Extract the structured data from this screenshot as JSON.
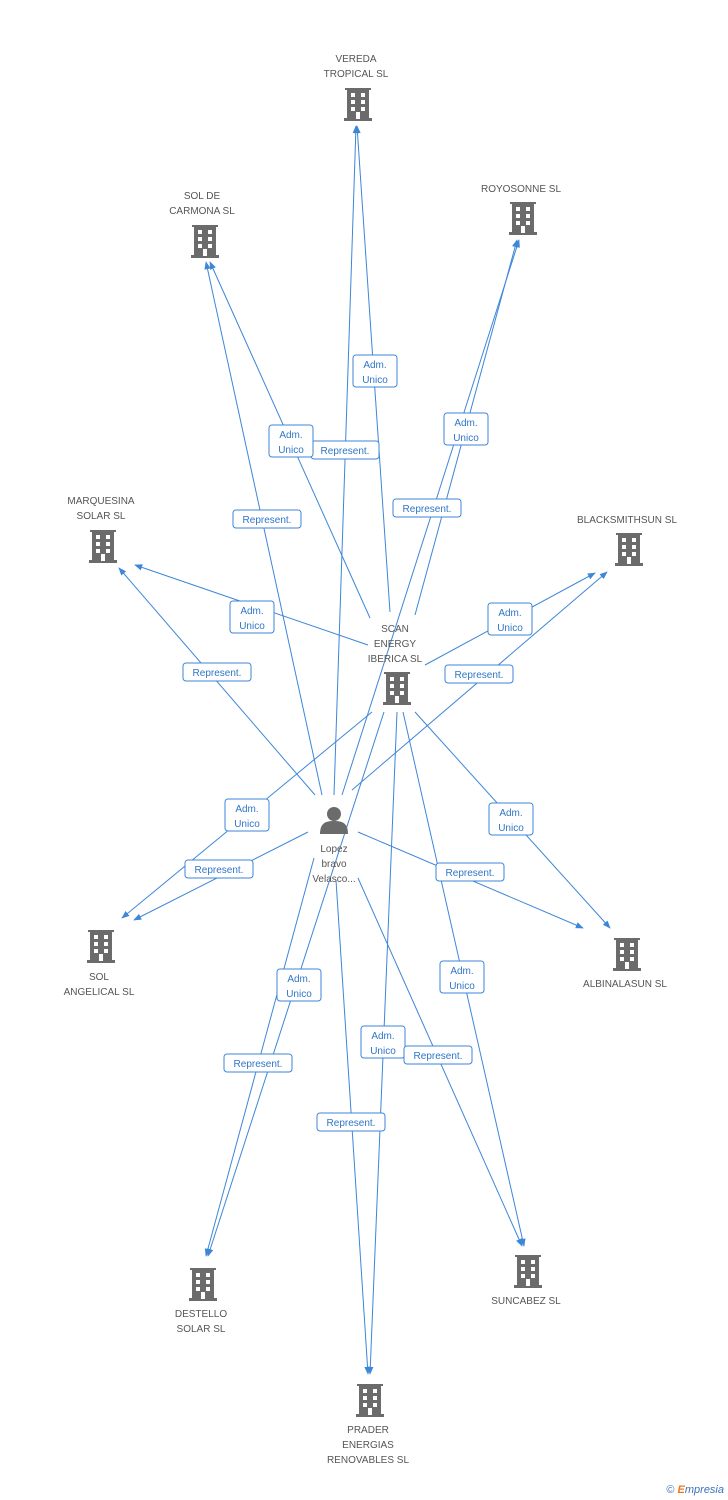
{
  "nodes": {
    "scan": "SCAN ENERGY IBERICA SL",
    "person": "Lopez bravo Velasco...",
    "vereda": "VEREDA TROPICAL SL",
    "carmona": "SOL DE CARMONA SL",
    "royosonne": "ROYOSONNE SL",
    "marquesina": "MARQUESINA SOLAR SL",
    "blacksmithsun": "BLACKSMITHSUN SL",
    "angelical": "SOL ANGELICAL SL",
    "albinalasun": "ALBINALASUN SL",
    "destello": "DESTELLO SOLAR SL",
    "suncabez": "SUNCABEZ SL",
    "prader": "PRADER ENERGIAS RENOVABLES SL"
  },
  "relations": {
    "adm_unico": "Adm. Unico",
    "represent": "Represent."
  },
  "edges": [
    {
      "from": "scan",
      "to": "vereda",
      "label": "adm_unico"
    },
    {
      "from": "person",
      "to": "vereda",
      "label": "represent"
    },
    {
      "from": "scan",
      "to": "carmona",
      "label": "adm_unico"
    },
    {
      "from": "person",
      "to": "carmona",
      "label": "represent"
    },
    {
      "from": "scan",
      "to": "royosonne",
      "label": "adm_unico"
    },
    {
      "from": "person",
      "to": "royosonne",
      "label": "represent"
    },
    {
      "from": "scan",
      "to": "marquesina",
      "label": "adm_unico"
    },
    {
      "from": "person",
      "to": "marquesina",
      "label": "represent"
    },
    {
      "from": "scan",
      "to": "blacksmithsun",
      "label": "adm_unico"
    },
    {
      "from": "person",
      "to": "blacksmithsun",
      "label": "represent"
    },
    {
      "from": "scan",
      "to": "angelical",
      "label": "adm_unico"
    },
    {
      "from": "person",
      "to": "angelical",
      "label": "represent"
    },
    {
      "from": "scan",
      "to": "albinalasun",
      "label": "adm_unico"
    },
    {
      "from": "person",
      "to": "albinalasun",
      "label": "represent"
    },
    {
      "from": "scan",
      "to": "destello",
      "label": "adm_unico"
    },
    {
      "from": "person",
      "to": "destello",
      "label": "represent"
    },
    {
      "from": "scan",
      "to": "prader",
      "label": "adm_unico"
    },
    {
      "from": "person",
      "to": "prader",
      "label": "represent"
    },
    {
      "from": "scan",
      "to": "suncabez",
      "label": "adm_unico"
    },
    {
      "from": "person",
      "to": "suncabez",
      "label": "represent"
    }
  ],
  "watermark": {
    "symbol": "©",
    "brand_initial": "E",
    "brand_rest": "mpresia"
  },
  "colors": {
    "edge": "#3d86d8",
    "icon": "#6b6b6b",
    "label": "#555555",
    "brand": "#f0761e"
  },
  "icons": {
    "company": "building-icon",
    "person": "person-icon"
  }
}
